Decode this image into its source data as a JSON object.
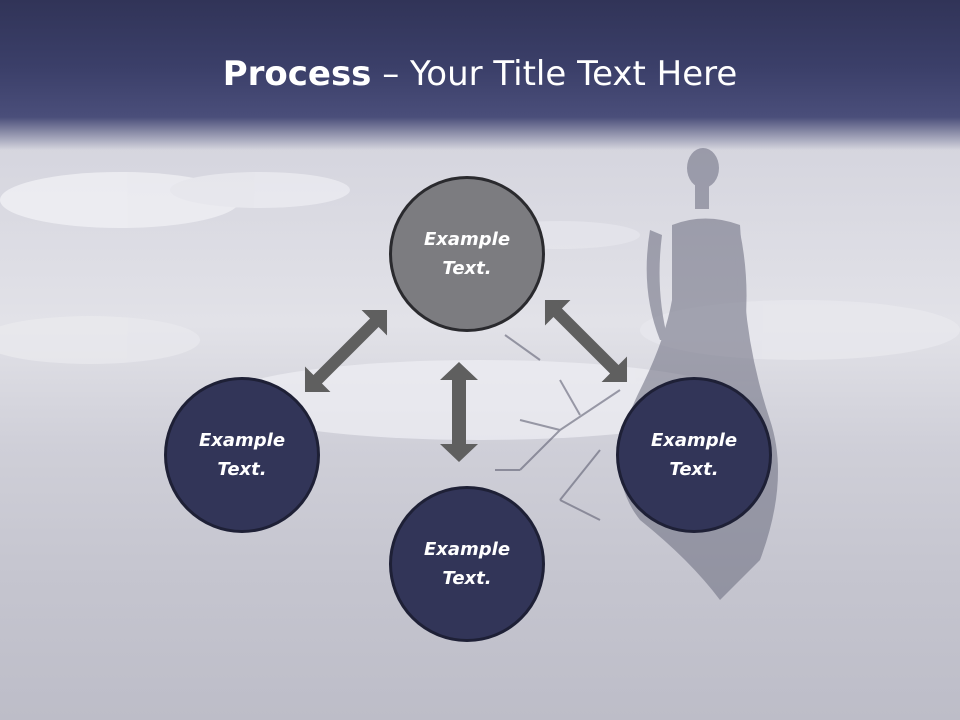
{
  "title": {
    "bold": "Process",
    "rest": " – Your Title Text Here"
  },
  "nodes": {
    "top": "Example Text.",
    "left": "Example Text.",
    "right": "Example Text.",
    "bottom": "Example Text."
  },
  "colors": {
    "title_bar": "#3b3f69",
    "node_dark": "#323558",
    "node_highlight": "#7c7c80",
    "arrow": "#5f5f5f"
  }
}
